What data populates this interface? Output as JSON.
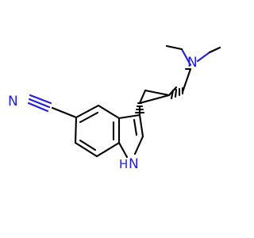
{
  "molecule": {
    "atom_labels": {
      "nitrile_nitrogen": "N",
      "amine_nitrogen": "N",
      "indole_nh_n": "N",
      "indole_nh_h": "H"
    },
    "colors": {
      "bond": "#000000",
      "heteroatom_nitrogen": "#1f1fdc",
      "background": "#ffffff"
    }
  }
}
